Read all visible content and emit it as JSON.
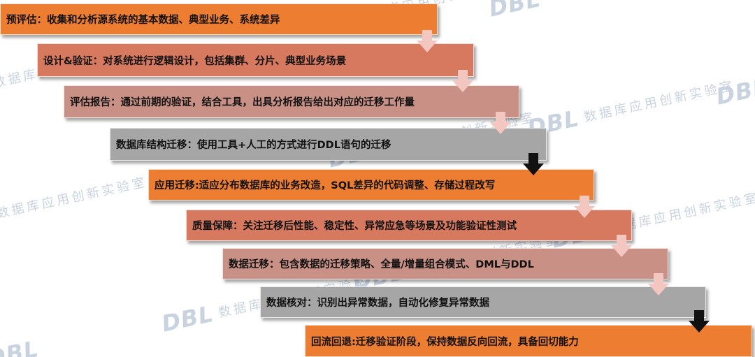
{
  "watermark": {
    "logo": "DBL",
    "text": "数据库应用创新实验室"
  },
  "colors": {
    "orange": "#ed7d31",
    "salmon": "#d6795f",
    "rosy": "#c99085",
    "gray": "#a6a6a6",
    "arrow_light": "#f4c6c0",
    "arrow_dark": "#111111"
  },
  "steps": [
    {
      "text": "预评估：收集和分析源系统的基本数据、典型业务、系统差异",
      "color": "orange",
      "arrow": "light"
    },
    {
      "text": "设计&验证：对系统进行逻辑设计，包括集群、分片、典型业务场景",
      "color": "salmon",
      "arrow": "light"
    },
    {
      "text": "评估报告：通过前期的验证，结合工具，出具分析报告给出对应的迁移工作量",
      "color": "rosy",
      "arrow": "light"
    },
    {
      "text": "数据库结构迁移：使用工具+人工的方式进行DDL语句的迁移",
      "color": "gray",
      "arrow": "dark"
    },
    {
      "text": "应用迁移:适应分布数据库的业务改造，SQL差异的代码调整、存储过程改写",
      "color": "orange",
      "arrow": "light"
    },
    {
      "text": "质量保障：关注迁移后性能、稳定性、异常应急等场景及功能验证性测试",
      "color": "salmon",
      "arrow": "light"
    },
    {
      "text": "数据迁移：包含数据的迁移策略、全量/增量组合模式、DML与DDL",
      "color": "rosy",
      "arrow": "light"
    },
    {
      "text": "数据核对：识别出异常数据，自动化修复异常数据",
      "color": "gray",
      "arrow": "dark"
    },
    {
      "text": "回流回退:迁移验证阶段，保持数据反向回流，具备回切能力",
      "color": "orange",
      "arrow": "none"
    }
  ]
}
